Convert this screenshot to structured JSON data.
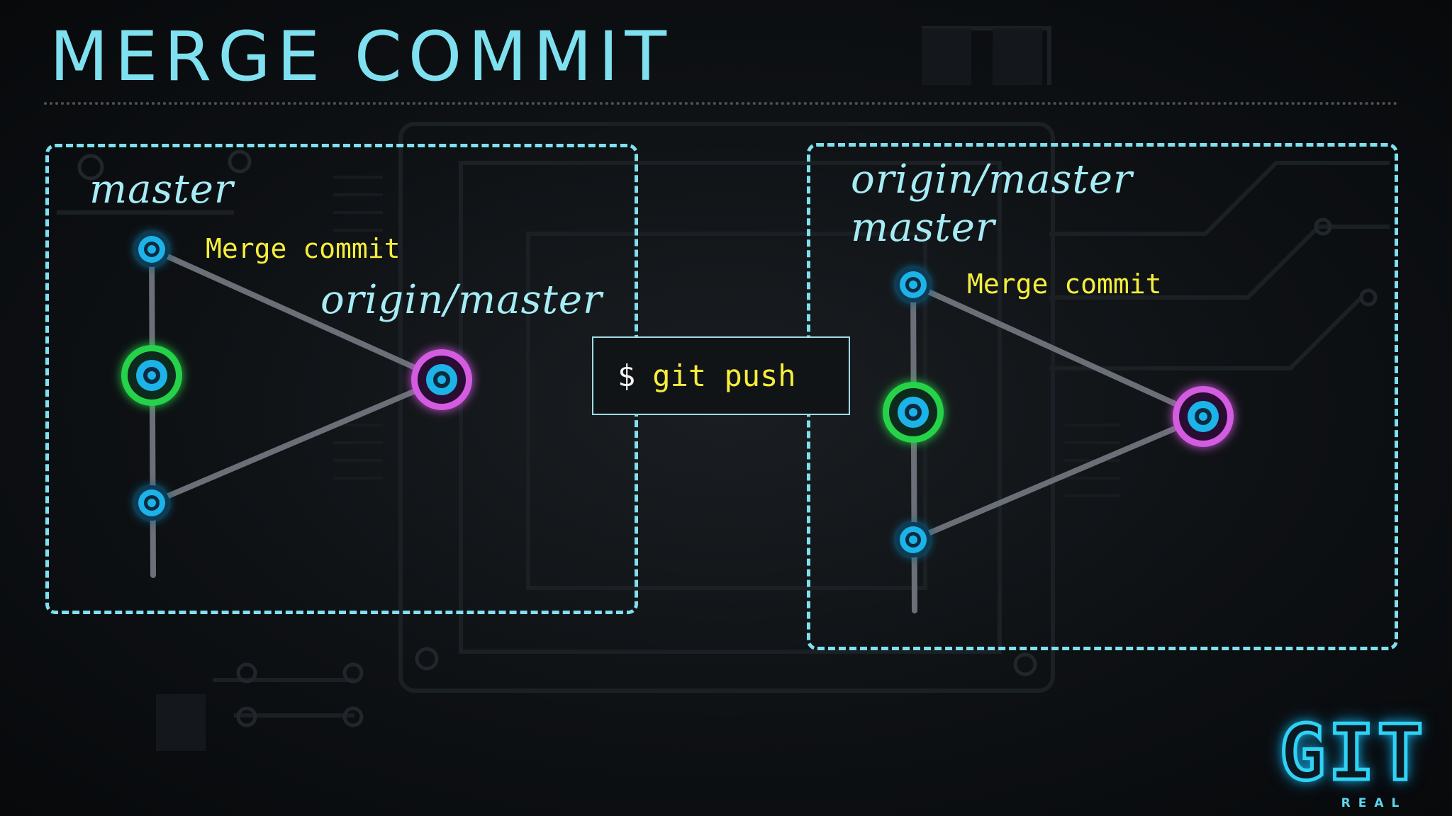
{
  "title": "MERGE COMMIT",
  "left_panel": {
    "branch_label": "master",
    "merge_label": "Merge commit",
    "remote_label": "origin/master"
  },
  "command": {
    "prompt": "$",
    "text": "git push"
  },
  "right_panel": {
    "remote_label": "origin/master",
    "branch_label": "master",
    "merge_label": "Merge commit"
  },
  "logo": {
    "main": "GIT",
    "sub": "REAL"
  },
  "colors": {
    "accent": "#7fe0ef",
    "highlight": "#f5ee3c",
    "commit_blue": "#1fb3e8",
    "commit_green": "#25d24a",
    "commit_magenta": "#d35ce0",
    "edge": "#6b7078"
  }
}
